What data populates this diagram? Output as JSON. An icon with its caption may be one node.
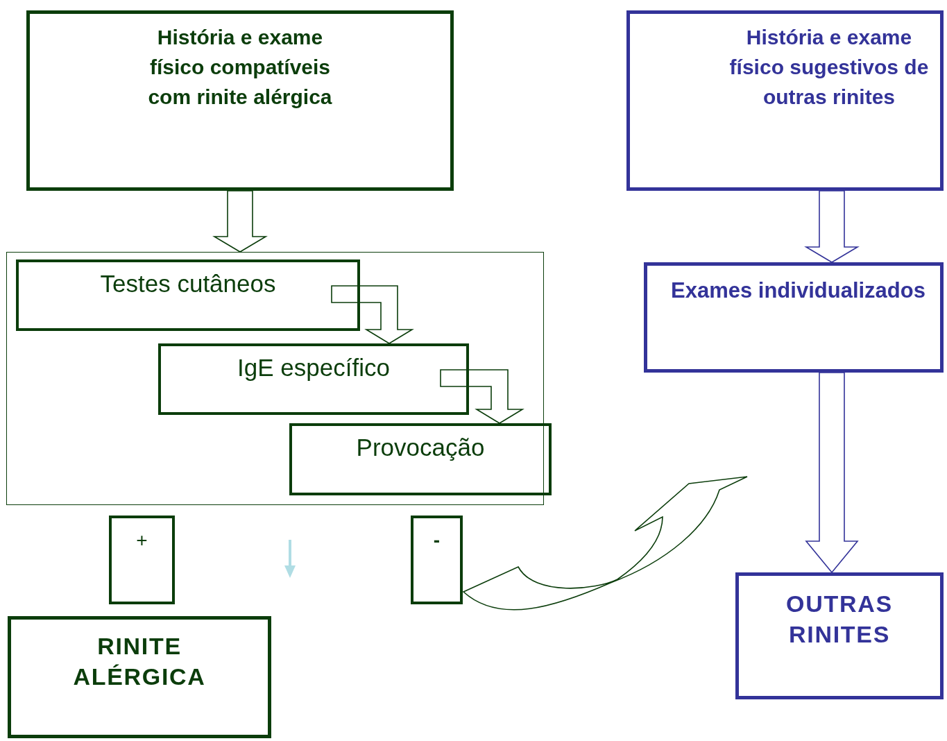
{
  "diagram": {
    "nodes": [
      {
        "text": [
          "História e exame físico compatíveis com rinite alérgica"
        ]
      },
      {
        "text": [
          "História e exame físico sugestivos de outras rinites"
        ]
      },
      {
        "text": [],
        "shape": "box"
      },
      {
        "text": [
          "Testes cutâneos"
        ],
        "in": 2
      },
      {
        "text": [
          "IgE específico"
        ],
        "in": 2
      },
      {
        "text": [
          "Provocação"
        ],
        "in": 2
      },
      {
        "text": [
          "+"
        ]
      },
      {
        "text": [
          "-"
        ]
      },
      {
        "text": [
          "RINITE ALÉRGICA"
        ]
      },
      {
        "text": [
          "Exames individualizados"
        ]
      },
      {
        "text": [
          "OUTRAS RINITES"
        ]
      }
    ],
    "edges": [
      {
        "from": 0,
        "to": 2,
        "arrow": "to"
      },
      {
        "from": 3,
        "to": 4,
        "arrow": "to"
      },
      {
        "from": 4,
        "to": 5,
        "arrow": "to"
      },
      {
        "from": 7,
        "to": null,
        "arrow": "to"
      },
      {
        "from": 1,
        "to": 9,
        "arrow": "to",
        "color": "#333399"
      },
      {
        "from": 9,
        "to": 10,
        "arrow": "to",
        "color": "#333399"
      }
    ]
  }
}
